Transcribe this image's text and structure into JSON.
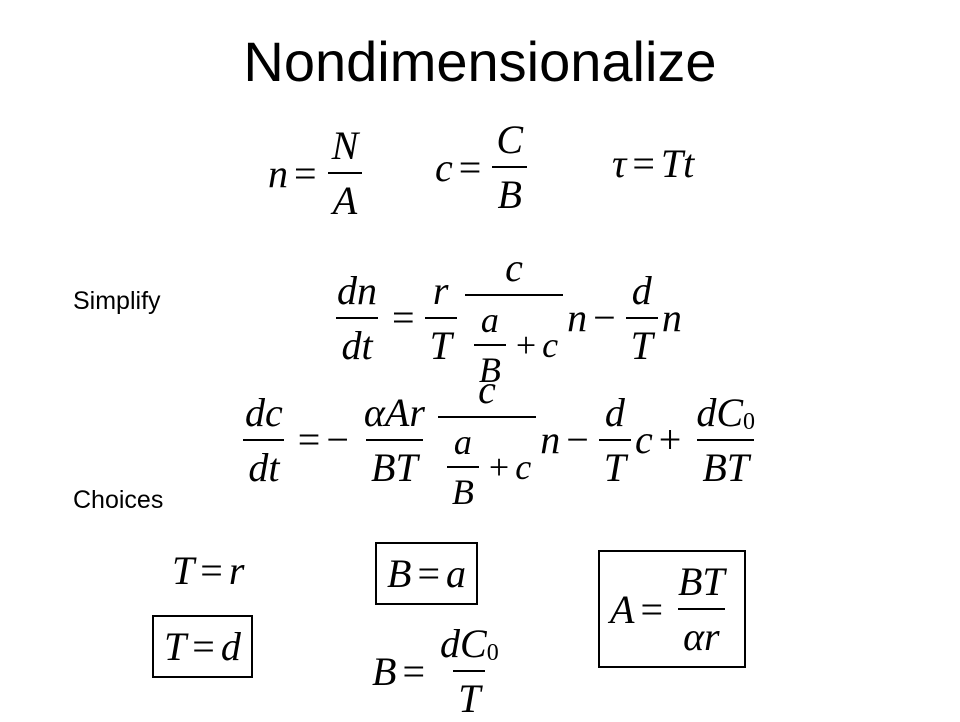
{
  "slide": {
    "title": "Nondimensionalize",
    "labels": {
      "simplify": "Simplify",
      "choices": "Choices"
    }
  },
  "scalings": {
    "n": {
      "lhs": "n",
      "op": "=",
      "num": "N",
      "den": "A"
    },
    "c": {
      "lhs": "c",
      "op": "=",
      "num": "C",
      "den": "B"
    },
    "tau": {
      "lhs": "τ",
      "op": "=",
      "rhs": "Tt"
    }
  },
  "equations": {
    "dn": {
      "lhs_num": "dn",
      "lhs_den": "dt",
      "eq": "=",
      "r": "r",
      "T1": "T",
      "c": "c",
      "a": "a",
      "B": "B",
      "plus": "+",
      "c2": "c",
      "n1": "n",
      "minus": "−",
      "d": "d",
      "T2": "T",
      "n2": "n"
    },
    "dc": {
      "lhs_num": "dc",
      "lhs_den": "dt",
      "eq": "=",
      "neg": "−",
      "alphaAr": "αAr",
      "BT1": "BT",
      "c": "c",
      "a": "a",
      "B": "B",
      "plus1": "+",
      "c2": "c",
      "n": "n",
      "minus": "−",
      "d": "d",
      "T": "T",
      "c3": "c",
      "plus2": "+",
      "dC": "dC",
      "sub0": "0",
      "BT2": "BT"
    }
  },
  "choices": {
    "tr": {
      "lhs": "T",
      "op": "=",
      "rhs": "r",
      "boxed": false
    },
    "ba": {
      "lhs": "B",
      "op": "=",
      "rhs": "a",
      "boxed": true
    },
    "a": {
      "lhs": "A",
      "op": "=",
      "num": "BT",
      "den": "αr",
      "boxed": true
    },
    "td": {
      "lhs": "T",
      "op": "=",
      "rhs": "d",
      "boxed": true
    },
    "b": {
      "lhs": "B",
      "op": "=",
      "num": "dC",
      "sub0": "0",
      "den": "T",
      "boxed": false
    }
  }
}
